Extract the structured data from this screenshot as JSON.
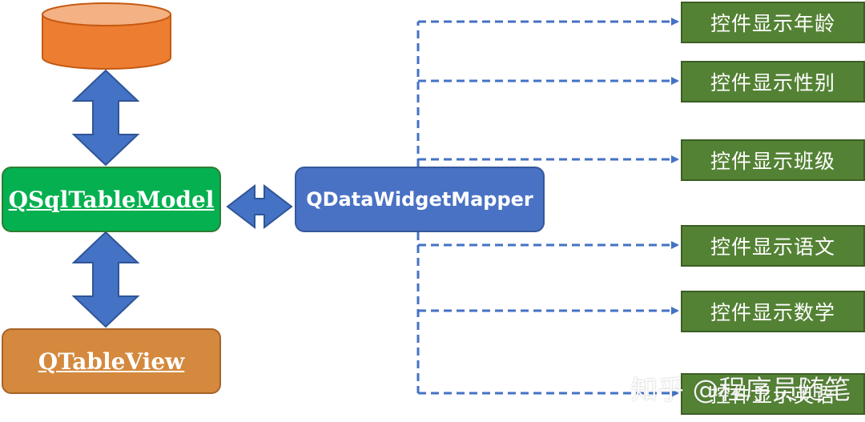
{
  "nodes": {
    "model": "QSqlTableModel",
    "view": "QTableView",
    "mapper": "QDataWidgetMapper"
  },
  "fields": [
    "控件显示年龄",
    "控件显示性别",
    "控件显示班级",
    "控件显示语文",
    "控件显示数学",
    "控件显示英语"
  ],
  "watermark": "知乎 @程序员随笔",
  "colors": {
    "database": "#ed7d31",
    "model": "#05b050",
    "view": "#d4893e",
    "mapper": "#4a72c4",
    "field": "#548235",
    "arrow": "#4472c4"
  }
}
